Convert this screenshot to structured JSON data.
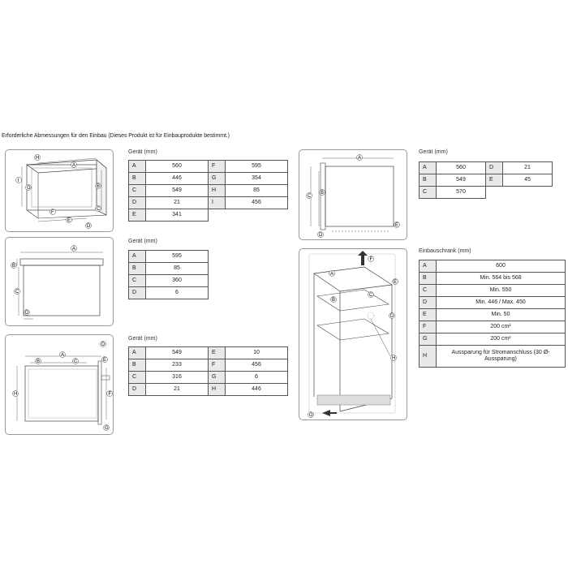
{
  "heading": "Erforderliche Abmessungen für den Einbau (Dieses Produkt ist für Einbauprodukte bestimmt.)",
  "device_caption": "Gerät (mm)",
  "cabinet_caption": "Einbauschrank (mm)",
  "table1": [
    [
      "A",
      "560",
      "F",
      "595"
    ],
    [
      "B",
      "446",
      "G",
      "354"
    ],
    [
      "C",
      "549",
      "H",
      "85"
    ],
    [
      "D",
      "21",
      "I",
      "456"
    ],
    [
      "E",
      "341",
      "",
      ""
    ]
  ],
  "table2": [
    [
      "A",
      "595"
    ],
    [
      "B",
      "85"
    ],
    [
      "C",
      "360"
    ],
    [
      "D",
      "6"
    ]
  ],
  "table3": [
    [
      "A",
      "549",
      "E",
      "10"
    ],
    [
      "B",
      "233",
      "F",
      "456"
    ],
    [
      "C",
      "316",
      "G",
      "6"
    ],
    [
      "D",
      "21",
      "H",
      "446"
    ]
  ],
  "table4": [
    [
      "A",
      "560",
      "D",
      "21"
    ],
    [
      "B",
      "549",
      "E",
      "45"
    ],
    [
      "C",
      "570",
      "",
      ""
    ]
  ],
  "cabinet": [
    [
      "A",
      "600"
    ],
    [
      "B",
      "Min. 564 bis 568"
    ],
    [
      "C",
      "Min. 550"
    ],
    [
      "D",
      "Min. 446 / Max. 450"
    ],
    [
      "E",
      "Min. 50"
    ],
    [
      "F",
      "200 cm²"
    ],
    [
      "G",
      "200 cm²"
    ],
    [
      "H",
      "Aussparung für Stromanschluss (30 Ø-Aussparung)"
    ]
  ],
  "labels": [
    "A",
    "B",
    "C",
    "D",
    "E",
    "F",
    "G",
    "H",
    "I"
  ]
}
